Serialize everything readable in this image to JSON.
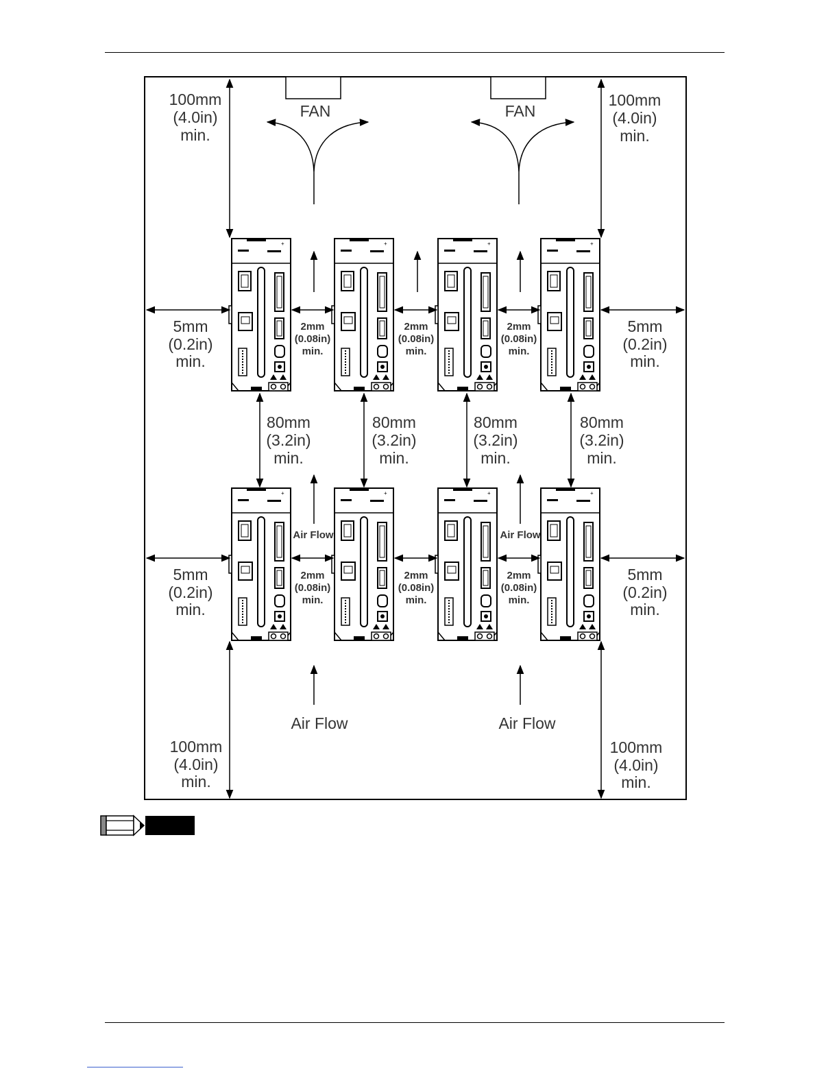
{
  "labels": {
    "fan": "FAN",
    "clearance_top_left": [
      "100mm",
      "(4.0in)",
      "min."
    ],
    "clearance_top_right": [
      "100mm",
      "(4.0in)",
      "min."
    ],
    "clearance_side": [
      "5mm",
      "(0.2in)",
      "min."
    ],
    "clearance_between": [
      "2mm",
      "(0.08in)",
      "min."
    ],
    "clearance_vertical": [
      "80mm",
      "(3.2in)",
      "min."
    ],
    "clearance_bottom_left": [
      "100mm",
      "(4.0in)",
      "min."
    ],
    "clearance_bottom_right": [
      "100mm",
      "(4.0in)",
      "min."
    ],
    "air_flow": "Air Flow"
  },
  "colors": {
    "ink": "#000000",
    "text": "#333333",
    "link": "#3a5fcd"
  },
  "note": {
    "icon": "pencil-note-icon"
  }
}
